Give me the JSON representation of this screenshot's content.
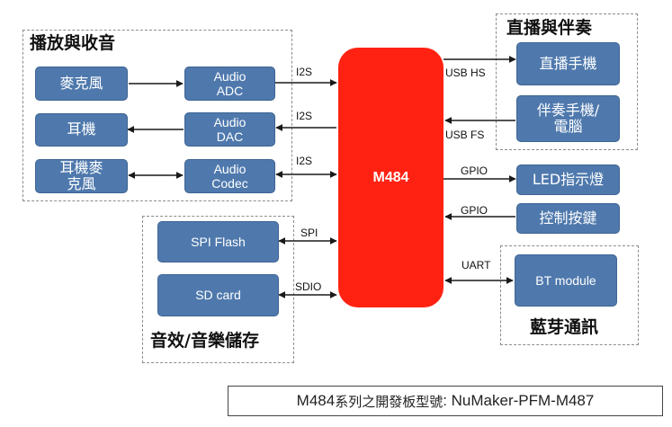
{
  "groups": {
    "audio": "播放與收音",
    "live": "直播與伴奏",
    "storage": "音效/音樂儲存",
    "bt": "藍芽通訊"
  },
  "blocks": {
    "mic": "麥克風",
    "earphone": "耳機",
    "headset_mic": "耳機麥\n克風",
    "adc": "Audio\nADC",
    "dac": "Audio\nDAC",
    "codec": "Audio\nCodec",
    "mcu": "M484",
    "live_phone": "直播手機",
    "accomp_device": "伴奏手機/\n電腦",
    "led": "LED指示燈",
    "buttons": "控制按鍵",
    "bt_module": "BT module",
    "spi_flash": "SPI Flash",
    "sd_card": "SD card"
  },
  "links": {
    "i2s_adc": "I2S",
    "i2s_dac": "I2S",
    "i2s_codec": "I2S",
    "usb_hs": "USB HS",
    "usb_fs": "USB FS",
    "gpio_led": "GPIO",
    "gpio_btn": "GPIO",
    "uart": "UART",
    "spi": "SPI",
    "sdio": "SDIO"
  },
  "footer": {
    "model_prefix": "M484",
    "series_text": "系列之開發板型號",
    "board_name": ": NuMaker-PFM-M487"
  },
  "colors": {
    "block_blue": "#4f79ad",
    "mcu_red": "#ff2212",
    "wire": "#1a1a1a"
  }
}
